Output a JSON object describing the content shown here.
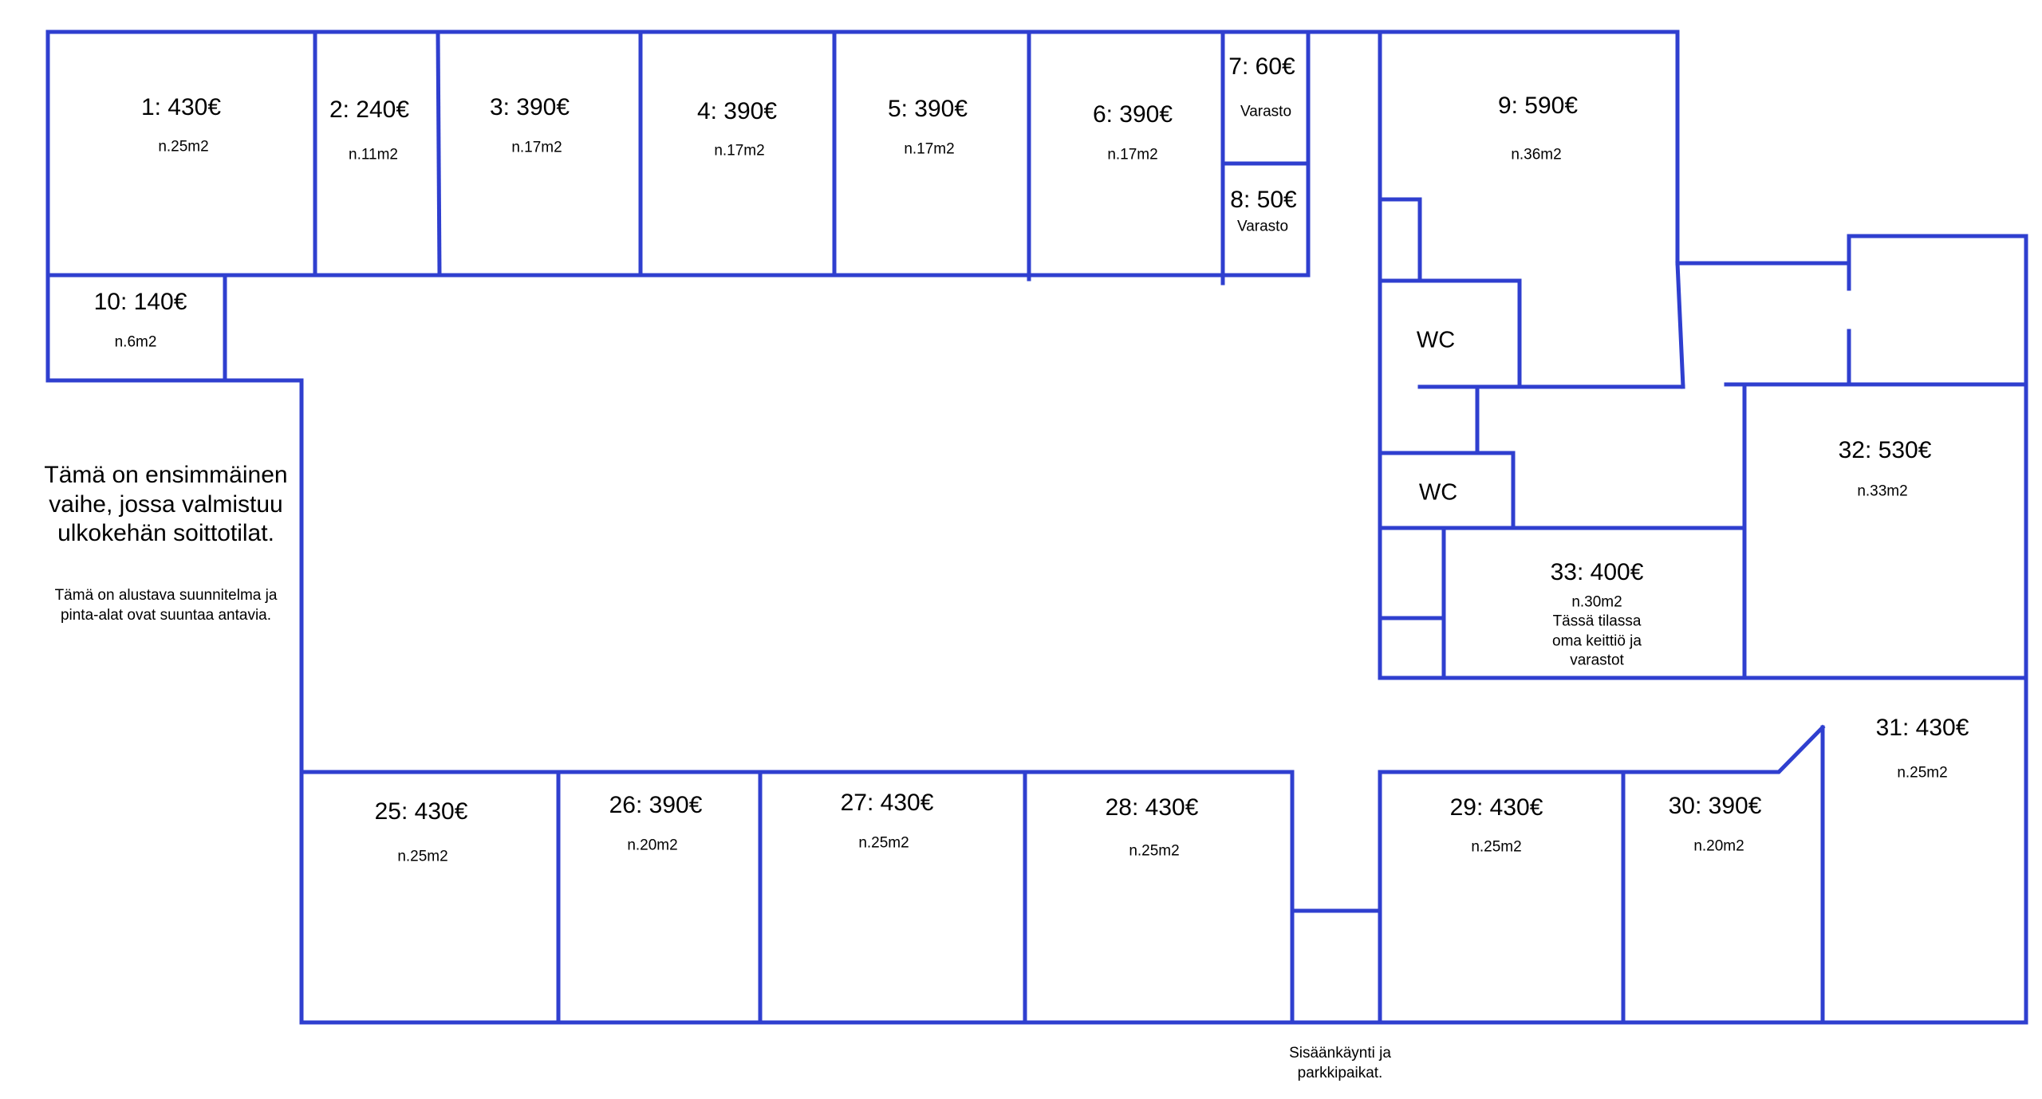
{
  "rooms": [
    {
      "id": "1",
      "title": "1: 430€",
      "sub": "n.25m2"
    },
    {
      "id": "2",
      "title": "2: 240€",
      "sub": "n.11m2"
    },
    {
      "id": "3",
      "title": "3: 390€",
      "sub": "n.17m2"
    },
    {
      "id": "4",
      "title": "4: 390€",
      "sub": "n.17m2"
    },
    {
      "id": "5",
      "title": "5: 390€",
      "sub": "n.17m2"
    },
    {
      "id": "6",
      "title": "6: 390€",
      "sub": "n.17m2"
    },
    {
      "id": "7",
      "title": "7: 60€",
      "sub": "Varasto"
    },
    {
      "id": "8",
      "title": "8: 50€",
      "sub": "Varasto"
    },
    {
      "id": "9",
      "title": "9: 590€",
      "sub": "n.36m2"
    },
    {
      "id": "10",
      "title": "10: 140€",
      "sub": "n.6m2"
    },
    {
      "id": "25",
      "title": "25: 430€",
      "sub": "n.25m2"
    },
    {
      "id": "26",
      "title": "26: 390€",
      "sub": "n.20m2"
    },
    {
      "id": "27",
      "title": "27: 430€",
      "sub": "n.25m2"
    },
    {
      "id": "28",
      "title": "28: 430€",
      "sub": "n.25m2"
    },
    {
      "id": "29",
      "title": "29: 430€",
      "sub": "n.25m2"
    },
    {
      "id": "30",
      "title": "30: 390€",
      "sub": "n.20m2"
    },
    {
      "id": "31",
      "title": "31: 430€",
      "sub": "n.25m2"
    },
    {
      "id": "32",
      "title": "32: 530€",
      "sub": "n.33m2"
    },
    {
      "id": "33",
      "title": "33: 400€",
      "sub": "n.30m2",
      "note": [
        "Tässä tilassa",
        "oma keittiö ja",
        "varastot"
      ]
    }
  ],
  "wc": [
    "WC",
    "WC"
  ],
  "info": {
    "main": "Tämä on ensimmäinen vaihe, jossa valmistuu ulkokehän soittotilat.",
    "sub": "Tämä on alustava suunnitelma ja pinta-alat ovat suuntaa antavia."
  },
  "entrance": "Sisäänkäynti ja parkkipaikat.",
  "colors": {
    "walls": "#2f3fcf",
    "text": "#000000",
    "background": "#ffffff"
  }
}
